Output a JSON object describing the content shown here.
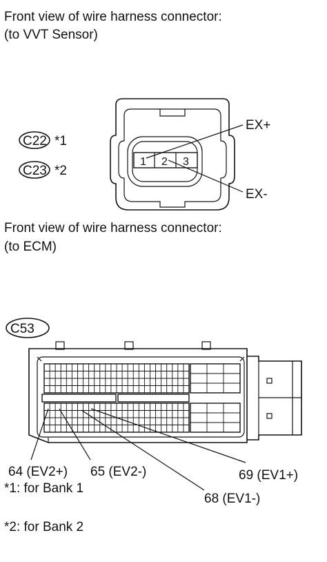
{
  "vvt": {
    "title_line1": "Front view of wire harness connector:",
    "title_line2": "(to VVT Sensor)",
    "connector_codes": [
      {
        "code": "C22",
        "note": "*1"
      },
      {
        "code": "C23",
        "note": "*2"
      }
    ],
    "pins": [
      "1",
      "2",
      "3"
    ],
    "terminals": {
      "ex_plus": "EX+",
      "ex_minus": "EX-"
    }
  },
  "ecm": {
    "title_line1": "Front view of wire harness connector:",
    "title_line2": "(to ECM)",
    "connector_code": "C53",
    "terminals": {
      "t64": "64 (EV2+)",
      "t65": "65 (EV2-)",
      "t69": "69 (EV1+)",
      "t68": "68 (EV1-)"
    }
  },
  "notes": {
    "bank1": "*1: for Bank 1",
    "bank2": "*2: for Bank 2"
  }
}
